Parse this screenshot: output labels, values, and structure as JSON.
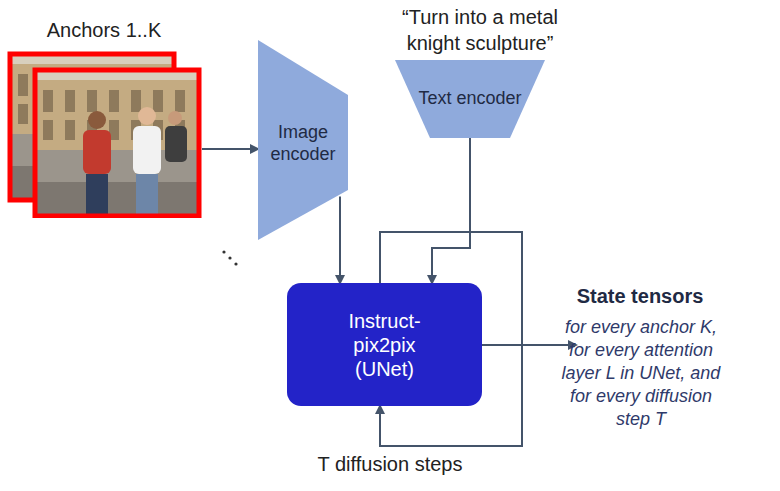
{
  "diagram": {
    "nodes": [
      {
        "text": [
          "Anchors 1..K"
        ]
      },
      {
        "text": [
          "Image encoder"
        ]
      },
      {
        "text": [
          "Text encoder"
        ]
      },
      {
        "text": [
          "Instruct- pix2pix (UNet)"
        ]
      }
    ],
    "edges": [
      {
        "from": 0,
        "to": 1,
        "arrow": "to"
      },
      {
        "from": 1,
        "to": 3,
        "arrow": "to"
      },
      {
        "from": 2,
        "to": 3,
        "arrow": "to"
      },
      {
        "from": 3,
        "to": 3,
        "arrow": "to"
      }
    ],
    "labels": [
      "“Turn into a metal knight sculpture”",
      "State tensors",
      "for every anchor K, for every attention layer L in UNet, and for every diffusion step T",
      "T diffusion steps"
    ]
  }
}
